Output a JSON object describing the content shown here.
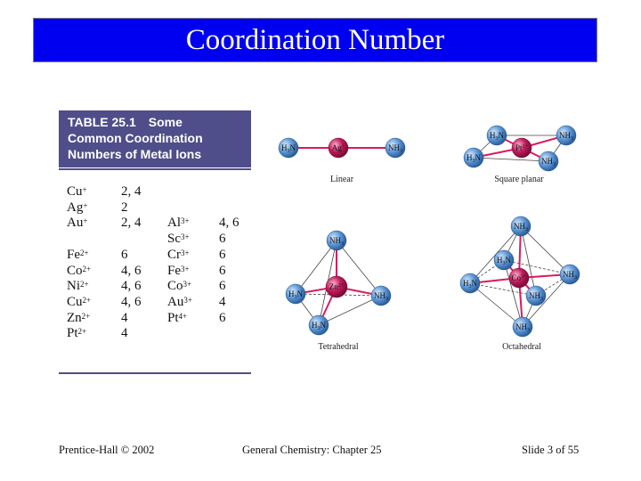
{
  "slide": {
    "title": "Coordination Number",
    "footer_left": "Prentice-Hall © 2002",
    "footer_center": "General Chemistry: Chapter 25",
    "footer_right": "Slide 3 of 55"
  },
  "table": {
    "number": "TABLE 25.1",
    "title_line1": "Some",
    "title_line2": "Common Coordination",
    "title_line3": "Numbers of Metal Ions",
    "left_column": [
      {
        "ion": "Cu",
        "charge": "+",
        "cn": "2, 4"
      },
      {
        "ion": "Ag",
        "charge": "+",
        "cn": "2"
      },
      {
        "ion": "Au",
        "charge": "+",
        "cn": "2, 4"
      },
      {
        "ion": "Fe",
        "charge": "2+",
        "cn": "6"
      },
      {
        "ion": "Co",
        "charge": "2+",
        "cn": "4, 6"
      },
      {
        "ion": "Ni",
        "charge": "2+",
        "cn": "4, 6"
      },
      {
        "ion": "Cu",
        "charge": "2+",
        "cn": "4, 6"
      },
      {
        "ion": "Zn",
        "charge": "2+",
        "cn": "4"
      },
      {
        "ion": "Pt",
        "charge": "2+",
        "cn": "4"
      }
    ],
    "right_column": [
      {
        "ion": "Al",
        "charge": "3+",
        "cn": "4, 6"
      },
      {
        "ion": "Sc",
        "charge": "3+",
        "cn": "6"
      },
      {
        "ion": "Cr",
        "charge": "3+",
        "cn": "6"
      },
      {
        "ion": "Fe",
        "charge": "3+",
        "cn": "6"
      },
      {
        "ion": "Co",
        "charge": "3+",
        "cn": "6"
      },
      {
        "ion": "Au",
        "charge": "3+",
        "cn": "4"
      },
      {
        "ion": "Pt",
        "charge": "4+",
        "cn": "6"
      }
    ]
  },
  "geometries": {
    "linear": {
      "caption": "Linear",
      "metal": "Ag",
      "metal_charge": "+",
      "ligands": [
        "H3N",
        "NH3"
      ]
    },
    "square_planar": {
      "caption": "Square planar",
      "metal": "Pt",
      "metal_charge": "2+",
      "ligands": [
        "H3N",
        "NH3",
        "H3N",
        "NH3"
      ]
    },
    "tetrahedral": {
      "caption": "Tetrahedral",
      "metal": "Zn",
      "metal_charge": "2+",
      "ligands": [
        "NH3",
        "H3N",
        "NH3",
        "H3N"
      ]
    },
    "octahedral": {
      "caption": "Octahedral",
      "metal": "Co",
      "metal_charge": "3+",
      "ligands": [
        "NH3",
        "H3N",
        "H3N",
        "NH3",
        "NH3",
        "NH3"
      ]
    }
  },
  "colors": {
    "title_bar": "#0000f0",
    "table_header": "#4f4e8a",
    "metal_atom": "#c2185b",
    "ligand_atom": "#4a86c8",
    "bond": "#d81b60"
  }
}
